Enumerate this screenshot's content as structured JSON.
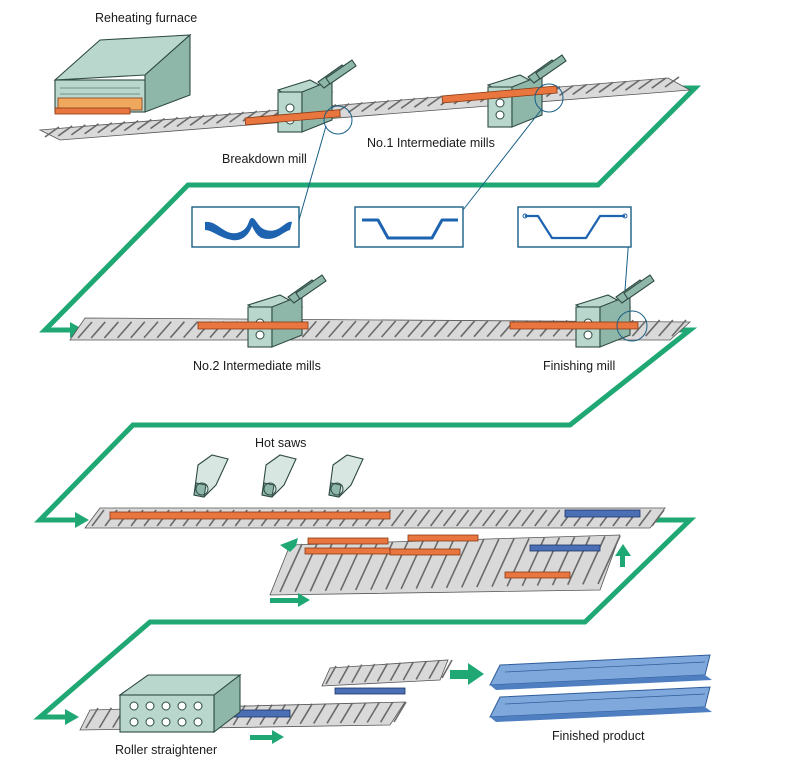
{
  "labels": {
    "reheating_furnace": "Reheating furnace",
    "breakdown_mill": "Breakdown mill",
    "intermediate_mills_1": "No.1 Intermediate mills",
    "intermediate_mills_2": "No.2 Intermediate mills",
    "finishing_mill": "Finishing mill",
    "hot_saws": "Hot saws",
    "roller_straightener": "Roller straightener",
    "finished_product": "Finished product"
  },
  "colors": {
    "flow_arrow": "#1fa874",
    "hot_steel": "#e8763e",
    "finished_steel": "#4a6fb5",
    "equipment": "#b9d7cc",
    "profile_outline": "#1a5f86"
  }
}
